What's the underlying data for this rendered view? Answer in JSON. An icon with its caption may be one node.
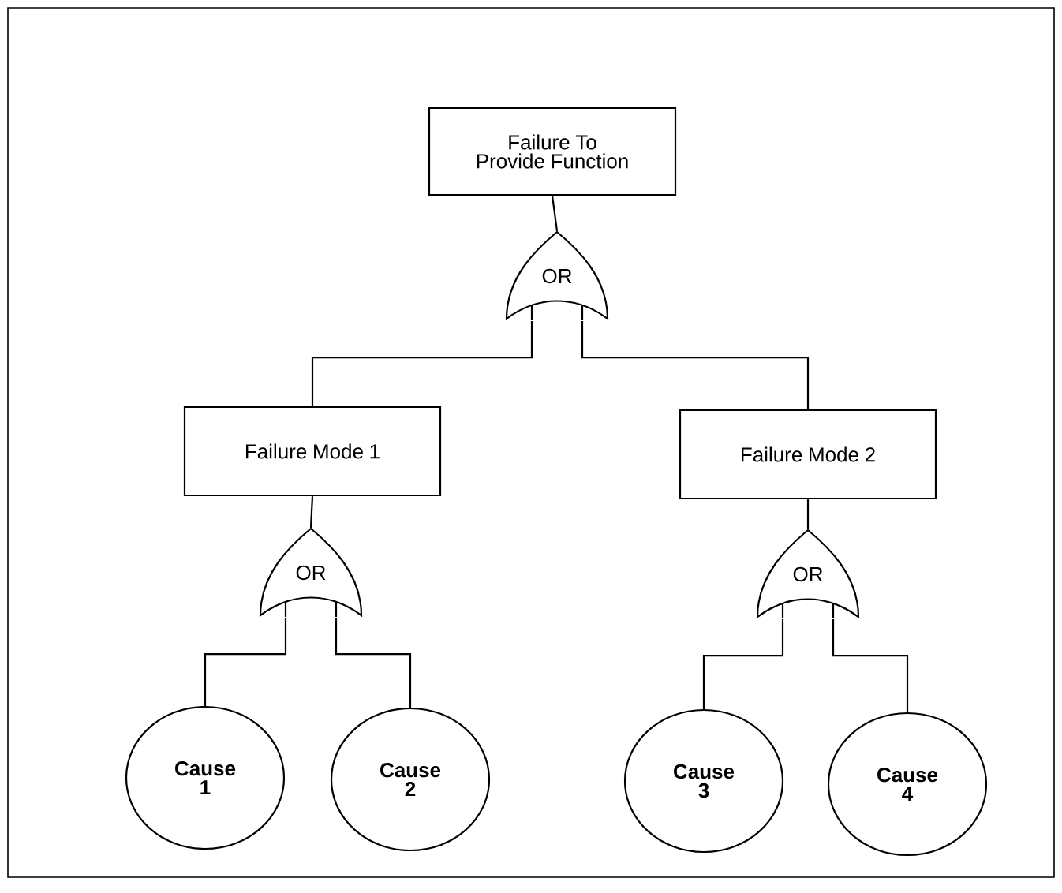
{
  "diagram": {
    "nodes": [
      {
        "text": [
          "Failure To Provide Function"
        ]
      },
      {
        "text": [
          "OR"
        ]
      },
      {
        "text": [
          "Failure Mode 1"
        ]
      },
      {
        "text": [
          "Failure Mode 2"
        ]
      },
      {
        "text": [
          "OR"
        ]
      },
      {
        "text": [
          "OR"
        ]
      },
      {
        "text": [
          "Cause 1"
        ]
      },
      {
        "text": [
          "Cause 2"
        ]
      },
      {
        "text": [
          "Cause 3"
        ]
      },
      {
        "text": [
          "Cause 4"
        ]
      }
    ],
    "edges": [
      {
        "from": 0,
        "to": 1,
        "arrow": "none"
      },
      {
        "from": 1,
        "to": 2,
        "arrow": "none"
      },
      {
        "from": 1,
        "to": 3,
        "arrow": "none"
      },
      {
        "from": 2,
        "to": 4,
        "arrow": "none"
      },
      {
        "from": 3,
        "to": 5,
        "arrow": "none"
      },
      {
        "from": 4,
        "to": 6,
        "arrow": "none"
      },
      {
        "from": 4,
        "to": 7,
        "arrow": "none"
      },
      {
        "from": 5,
        "to": 8,
        "arrow": "none"
      },
      {
        "from": 5,
        "to": 9,
        "arrow": "none"
      }
    ]
  }
}
